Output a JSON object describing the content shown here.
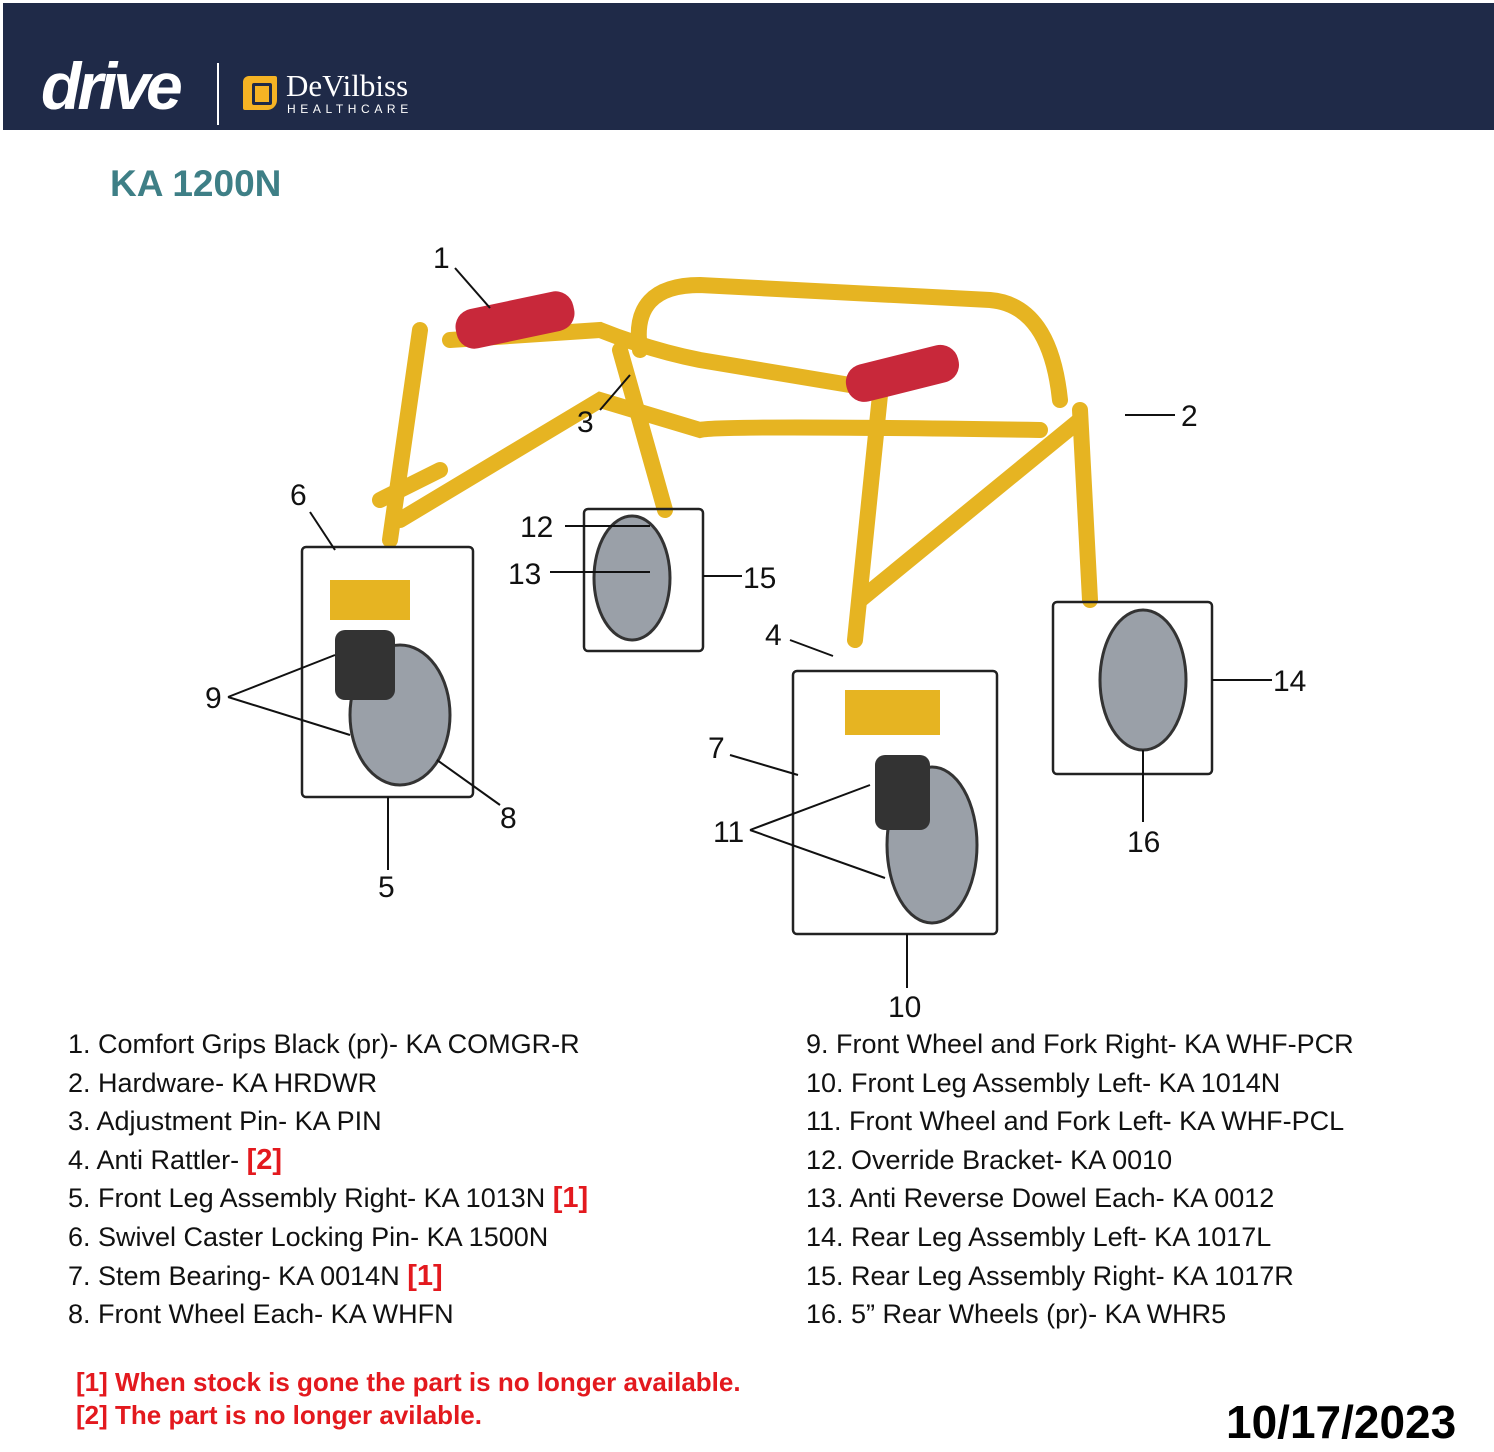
{
  "header": {
    "brand": "drive",
    "partner": "DeVilbiss",
    "partner_sub": "HEALTHCARE"
  },
  "title": "KA 1200N",
  "callouts": [
    "1",
    "2",
    "3",
    "4",
    "5",
    "6",
    "7",
    "8",
    "9",
    "10",
    "11",
    "12",
    "13",
    "14",
    "15",
    "16"
  ],
  "parts_left": [
    {
      "text": "1. Comfort Grips Black (pr)- KA COMGR-R",
      "note": ""
    },
    {
      "text": "2. Hardware- KA HRDWR",
      "note": ""
    },
    {
      "text": "3. Adjustment Pin- KA PIN",
      "note": ""
    },
    {
      "text": "4. Anti Rattler- ",
      "note": "[2]"
    },
    {
      "text": "5. Front Leg Assembly Right- KA 1013N ",
      "note": "[1]"
    },
    {
      "text": "6. Swivel Caster Locking Pin- KA 1500N",
      "note": ""
    },
    {
      "text": "7. Stem Bearing- KA 0014N ",
      "note": "[1]"
    },
    {
      "text": "8. Front Wheel Each- KA WHFN",
      "note": ""
    }
  ],
  "parts_right": [
    {
      "text": "9. Front Wheel and Fork Right- KA WHF-PCR"
    },
    {
      "text": "10. Front Leg Assembly Left- KA 1014N"
    },
    {
      "text": "11. Front Wheel and Fork Left- KA WHF-PCL"
    },
    {
      "text": "12. Override Bracket- KA 0010"
    },
    {
      "text": "13. Anti Reverse Dowel Each- KA 0012"
    },
    {
      "text": "14. Rear Leg Assembly Left- KA 1017L"
    },
    {
      "text": "15. Rear Leg Assembly Right- KA 1017R"
    },
    {
      "text": "16. 5” Rear Wheels (pr)- KA WHR5"
    }
  ],
  "notes": [
    "[1] When stock is gone the part is no longer available.",
    "[2] The part is no longer avilable."
  ],
  "date": "10/17/2023",
  "colors": {
    "header": "#1f2a48",
    "title": "#3e7f86",
    "note": "#e3191e",
    "frame": "#e6b422"
  }
}
